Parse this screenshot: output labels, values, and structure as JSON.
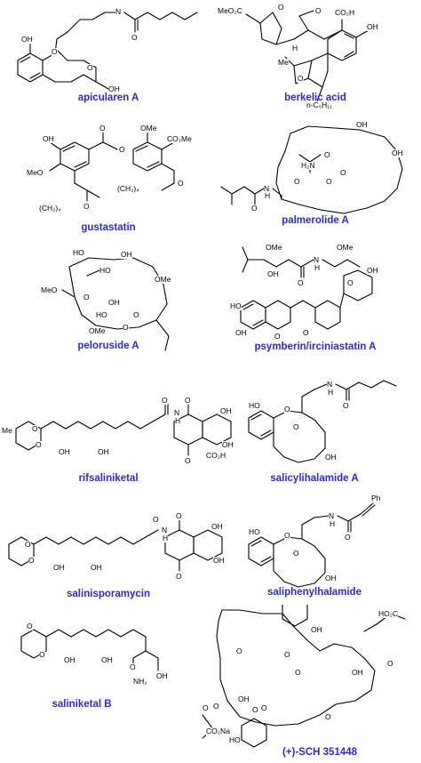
{
  "compounds": [
    {
      "name": "apicularen A",
      "atoms": [
        "N",
        "O",
        "O",
        "OH",
        "O",
        "OH"
      ]
    },
    {
      "name": "berkelic acid",
      "atoms": [
        "MeO₂C",
        "O",
        "O",
        "CO₂H",
        "OH",
        "H",
        "Me",
        "O",
        "n-C₅H₁₁"
      ]
    },
    {
      "name": "gustastatin",
      "atoms": [
        "OMe",
        "CO₂Me",
        "OH",
        "O",
        "O",
        "MeO",
        "(CH₂)₄",
        "O",
        "(CH₂)₄",
        "O"
      ]
    },
    {
      "name": "palmerolide A",
      "atoms": [
        "OH",
        "OH",
        "O",
        "H₂N",
        "O",
        "O",
        "O",
        "N",
        "H",
        "O"
      ]
    },
    {
      "name": "peloruside A",
      "atoms": [
        "HO",
        "OH",
        "HO",
        "OMe",
        "MeO",
        "O",
        "HO",
        "OH",
        "O",
        "O",
        "OMe"
      ]
    },
    {
      "name": "psymberin/irciniastatin A",
      "atoms": [
        "OMe",
        "OMe",
        "OH",
        "O",
        "N",
        "H",
        "O",
        "O",
        "OH",
        "HO",
        "OH",
        "O"
      ]
    },
    {
      "name": "rifsaliniketal",
      "atoms": [
        "Me",
        "O",
        "O",
        "OH",
        "OH",
        "O",
        "N",
        "H",
        "O",
        "OH",
        "OH",
        "O",
        "CO₂H"
      ]
    },
    {
      "name": "salicylihalamide A",
      "atoms": [
        "N",
        "H",
        "O",
        "HO",
        "O",
        "O",
        "OH"
      ]
    },
    {
      "name": "salinisporamycin",
      "atoms": [
        "O",
        "O",
        "OH",
        "OH",
        "O",
        "N",
        "H",
        "O",
        "OH",
        "OH",
        "O"
      ]
    },
    {
      "name": "saliphenylhalamide",
      "atoms": [
        "Ph",
        "N",
        "H",
        "O",
        "HO",
        "O",
        "O",
        "OH"
      ]
    },
    {
      "name": "saliniketal B",
      "atoms": [
        "O",
        "O",
        "OH",
        "OH",
        "O",
        "NH₂",
        "OH"
      ]
    },
    {
      "name": "(+)-SCH 351448",
      "atoms": [
        "OH",
        "O",
        "O",
        "HO₂C",
        "OH",
        "O",
        "O",
        "O",
        "O",
        "OH",
        "HO",
        "O",
        "O",
        "O",
        "CO₂Na"
      ]
    }
  ],
  "colors": {
    "label": "#2a2ad8",
    "bond": "#000000"
  }
}
